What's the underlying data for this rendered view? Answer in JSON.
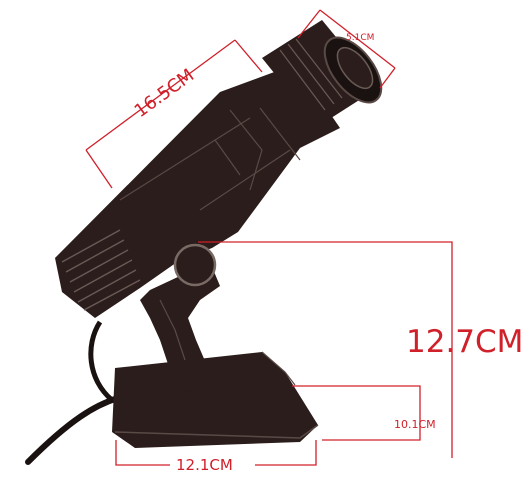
{
  "diagram": {
    "dimensions": {
      "body_length": "16.5CM",
      "lens_diameter": "5.1CM",
      "height": "12.7CM",
      "base_depth": "10.1CM",
      "base_width": "12.1CM"
    },
    "colors": {
      "dimension_line": "#d0202a",
      "label": "#d0202a",
      "product_body": "#2a1d1b",
      "product_detail": "#5a4a46",
      "background": "#ffffff"
    }
  }
}
